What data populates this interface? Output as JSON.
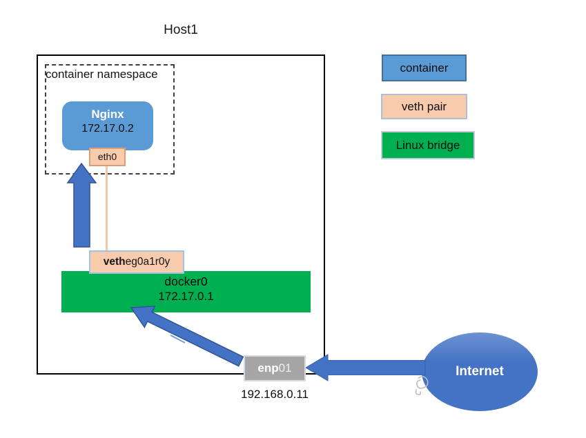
{
  "host": {
    "title": "Host1",
    "namespace_label": "container namespace",
    "container": {
      "name": "Nginx",
      "ip": "172.17.0.2"
    },
    "eth_label": "eth0",
    "veth": {
      "bold": "veth",
      "rest": "eg0a1r0y"
    },
    "bridge": {
      "name": "docker0",
      "ip": "172.17.0.1"
    },
    "nic": {
      "bold": "enp",
      "rest": "01",
      "ip": "192.168.0.11"
    }
  },
  "internet": {
    "label": "Internet"
  },
  "legend": {
    "items": [
      {
        "label": "container",
        "color": "#5B9BD5"
      },
      {
        "label": "veth pair",
        "color": "#F8CBAD"
      },
      {
        "label": "Linux bridge",
        "color": "#00B050"
      }
    ]
  },
  "colors": {
    "container_blue": "#5B9BD5",
    "veth_peach": "#F8CBAD",
    "bridge_green": "#00B050",
    "arrow_blue": "#4472C4",
    "arrow_outline": "#2F5496",
    "nic_gray": "#A6A6A6",
    "internet_blue": "#4472C4"
  }
}
